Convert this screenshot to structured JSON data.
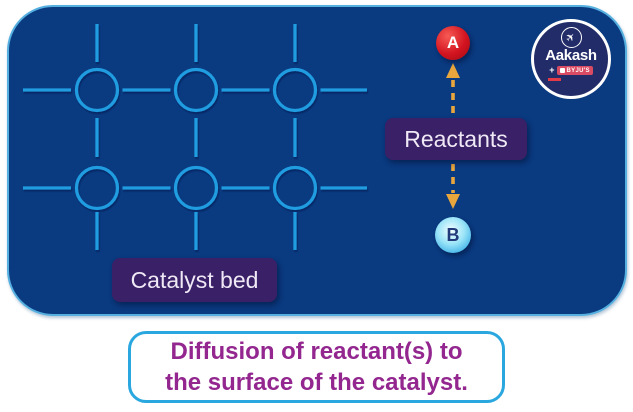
{
  "diagram": {
    "panel_bg": "#0a3a80",
    "panel_border": "#55b0e0",
    "lattice_color": "#209ce0",
    "arrow_color": "#e8a63c",
    "label_box_bg": "#3a2066",
    "molecule_a_color": "#d31420",
    "molecule_b_color": "#2fa9e4",
    "caption_text_color": "#93278f",
    "caption_border_color": "#2ba7e0"
  },
  "molecules": {
    "a": "A",
    "b": "B"
  },
  "labels": {
    "reactants": "Reactants",
    "catalyst_bed": "Catalyst bed"
  },
  "logo": {
    "plane_icon": "✈",
    "brand": "Aakash",
    "plus": "+",
    "byjus": "BYJU'S"
  },
  "caption": {
    "line1": "Diffusion of reactant(s) to",
    "line2": "the surface of the catalyst."
  }
}
